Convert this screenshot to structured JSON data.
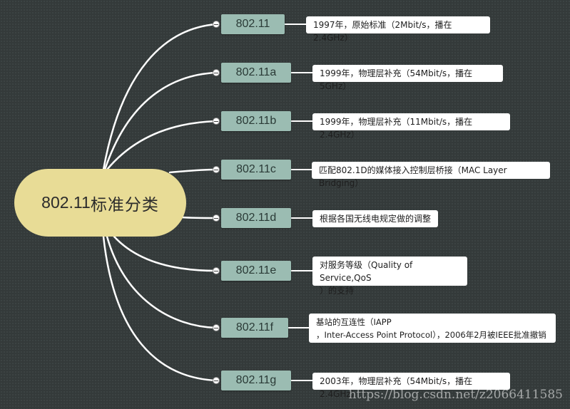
{
  "root": {
    "title_latin": "802.11",
    "title_cjk": "标准分类"
  },
  "branches": [
    {
      "label": "802.11",
      "note": "1997年，原始标准（2Mbit/s，播在2.4GHz）"
    },
    {
      "label": "802.11a",
      "note": "1999年，物理层补充（54Mbit/s，播在5GHz）"
    },
    {
      "label": "802.11b",
      "note": "1999年，物理层补充（11Mbit/s，播在2.4GHz）"
    },
    {
      "label": "802.11c",
      "note": "匹配802.1D的媒体接入控制层桥接（MAC Layer Bridging）"
    },
    {
      "label": "802.11d",
      "note": "根据各国无线电规定做的调整"
    },
    {
      "label": "802.11e",
      "note_line1": "对服务等级（Quality of Service,QoS",
      "note_line2": "）的支持"
    },
    {
      "label": "802.11f",
      "note_line1": "基站的互连性（IAPP",
      "note_line2": "，Inter-Access Point Protocol），2006年2月被IEEE批准撤销"
    },
    {
      "label": "802.11g",
      "note": "2003年，物理层补充（54Mbit/s，播在2.4GHz）"
    }
  ],
  "watermark": "https://blog.csdn.net/z2066411585",
  "colors": {
    "root": "#e8dc96",
    "node": "#9bbcb2",
    "note": "#ffffff",
    "link": "#ffffff",
    "background": "#343a3a"
  }
}
